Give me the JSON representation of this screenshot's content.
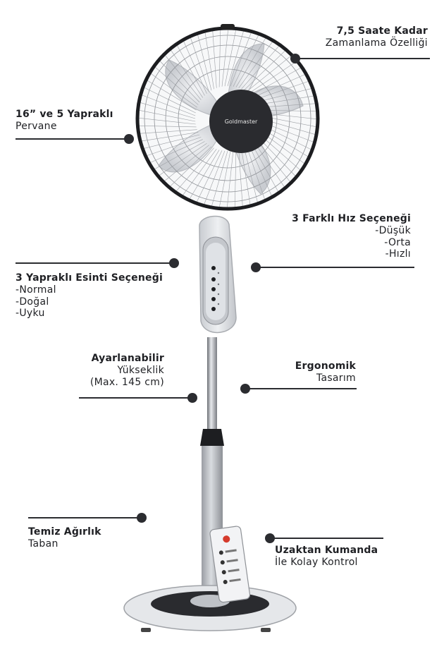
{
  "brand": "Goldmaster",
  "callouts": {
    "timer": {
      "title": "7,5 Saate Kadar",
      "sub": "Zamanlama Özelliği"
    },
    "blades": {
      "title": "16” ve 5 Yapraklı",
      "sub": "Pervane"
    },
    "speed": {
      "title": "3 Farklı Hız Seçeneği",
      "items": [
        "-Düşük",
        "-Orta",
        "-Hızlı"
      ]
    },
    "breeze": {
      "title": "3 Yapraklı Esinti Seçeneği",
      "items": [
        "-Normal",
        "-Doğal",
        "-Uyku"
      ]
    },
    "height": {
      "title": "Ayarlanabilir",
      "sub": "Yükseklik",
      "sub2": "(Max. 145 cm)"
    },
    "ergo": {
      "title": "Ergonomik",
      "sub": "Tasarım"
    },
    "base": {
      "title": "Temiz Ağırlık",
      "sub": "Taban"
    },
    "remote": {
      "title": "Uzaktan Kumanda",
      "sub": "İle Kolay Kontrol"
    }
  },
  "colors": {
    "accent": "#2b2c30",
    "body": "#dcdfe3",
    "hub": "#2a2b2f"
  }
}
